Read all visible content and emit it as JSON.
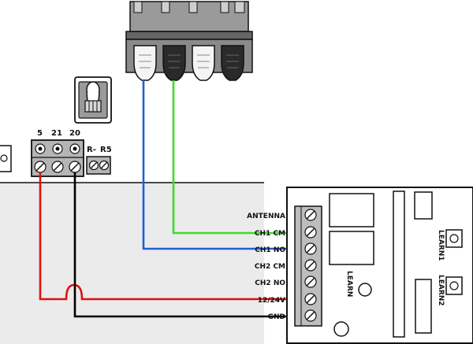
{
  "terminal_block": {
    "labels": [
      "5",
      "21",
      "20"
    ]
  },
  "aux_terminal": {
    "labels": [
      "R-",
      "R5"
    ]
  },
  "receiver": {
    "terminals": [
      "ANTENNA",
      "CH1 CM",
      "CH1 NO",
      "CH2 CM",
      "CH2 NO",
      "12/24V",
      "GND"
    ],
    "learn_label": "LEARN",
    "learn1_label": "LEARN1",
    "learn2_label": "LEARN2"
  },
  "wires": [
    {
      "from": "connector-pin-1",
      "to": "CH1 NO",
      "color": "#1f5fd6"
    },
    {
      "from": "connector-pin-2",
      "to": "CH1 CM",
      "color": "#3cdc2a"
    },
    {
      "from": "terminal-5",
      "to": "12/24V",
      "color": "#e01010"
    },
    {
      "from": "terminal-20",
      "to": "GND",
      "color": "#000000"
    }
  ]
}
